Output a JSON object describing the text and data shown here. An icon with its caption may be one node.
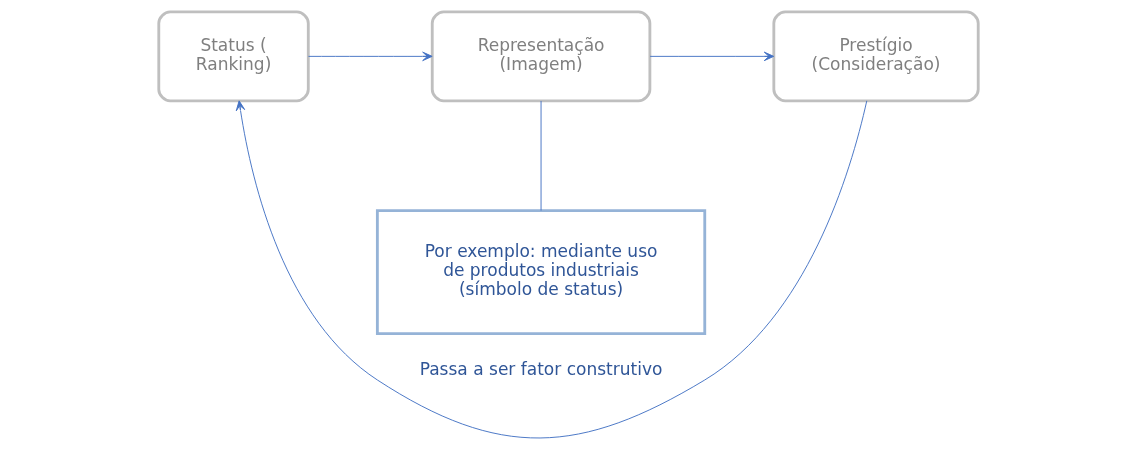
{
  "diagram": {
    "nodes": [
      {
        "text": [
          "Status (Ranking)"
        ]
      },
      {
        "text": [
          "Representação (Imagem)"
        ]
      },
      {
        "text": [
          "Prestígio (Consideração)"
        ]
      },
      {
        "text": [
          "Por exemplo: mediante uso de produtos industriais (símbolo de status)"
        ]
      }
    ],
    "edges": [
      {
        "from": 0,
        "to": 1,
        "arrow": "to"
      },
      {
        "from": 1,
        "to": 2,
        "arrow": "to"
      },
      {
        "from": 2,
        "to": 0,
        "arrow": "to",
        "label": "Passa a ser fator construtivo"
      },
      {
        "from": 1,
        "to": 3,
        "arrow": "none"
      }
    ]
  }
}
